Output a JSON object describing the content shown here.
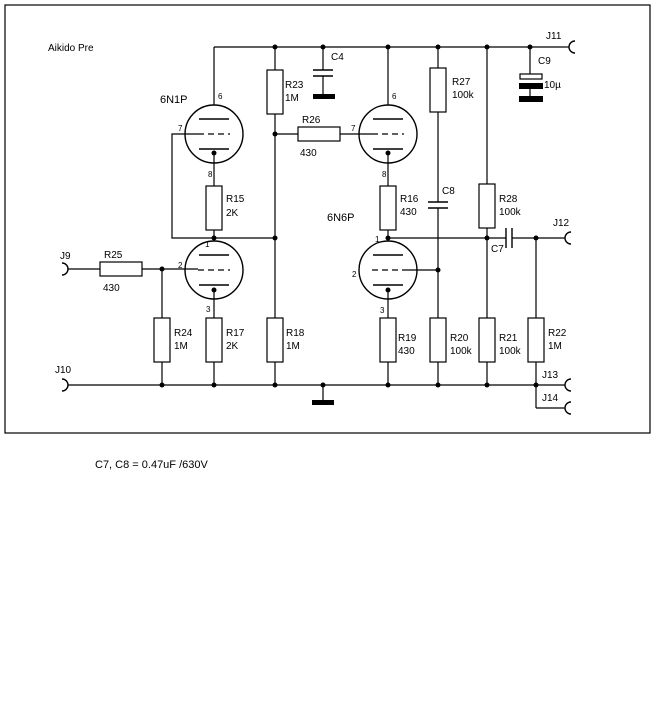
{
  "title": "Aikido Pre",
  "tubes": {
    "v1": "6N1P",
    "v2": "6N6P"
  },
  "pins": {
    "p1": "1",
    "p2": "2",
    "p3": "3",
    "p6": "6",
    "p7": "7",
    "p8": "8"
  },
  "connectors": {
    "j9": "J9",
    "j10": "J10",
    "j11": "J11",
    "j12": "J12",
    "j13": "J13",
    "j14": "J14"
  },
  "resistors": {
    "r15": {
      "name": "R15",
      "value": "2K"
    },
    "r16": {
      "name": "R16",
      "value": "430"
    },
    "r17": {
      "name": "R17",
      "value": "2K"
    },
    "r18": {
      "name": "R18",
      "value": "1M"
    },
    "r19": {
      "name": "R19",
      "value": "430"
    },
    "r20": {
      "name": "R20",
      "value": "100k"
    },
    "r21": {
      "name": "R21",
      "value": "100k"
    },
    "r22": {
      "name": "R22",
      "value": "1M"
    },
    "r23": {
      "name": "R23",
      "value": "1M"
    },
    "r24": {
      "name": "R24",
      "value": "1M"
    },
    "r25": {
      "name": "R25",
      "value": "430"
    },
    "r26": {
      "name": "R26",
      "value": "430"
    },
    "r27": {
      "name": "R27",
      "value": "100k"
    },
    "r28": {
      "name": "R28",
      "value": "100k"
    }
  },
  "capacitors": {
    "c4": {
      "name": "C4",
      "value": ""
    },
    "c7": {
      "name": "C7",
      "value": ""
    },
    "c8": {
      "name": "C8",
      "value": ""
    },
    "c9": {
      "name": "C9",
      "value": "10µ"
    }
  },
  "note": "C7, C8 = 0.47uF /630V"
}
